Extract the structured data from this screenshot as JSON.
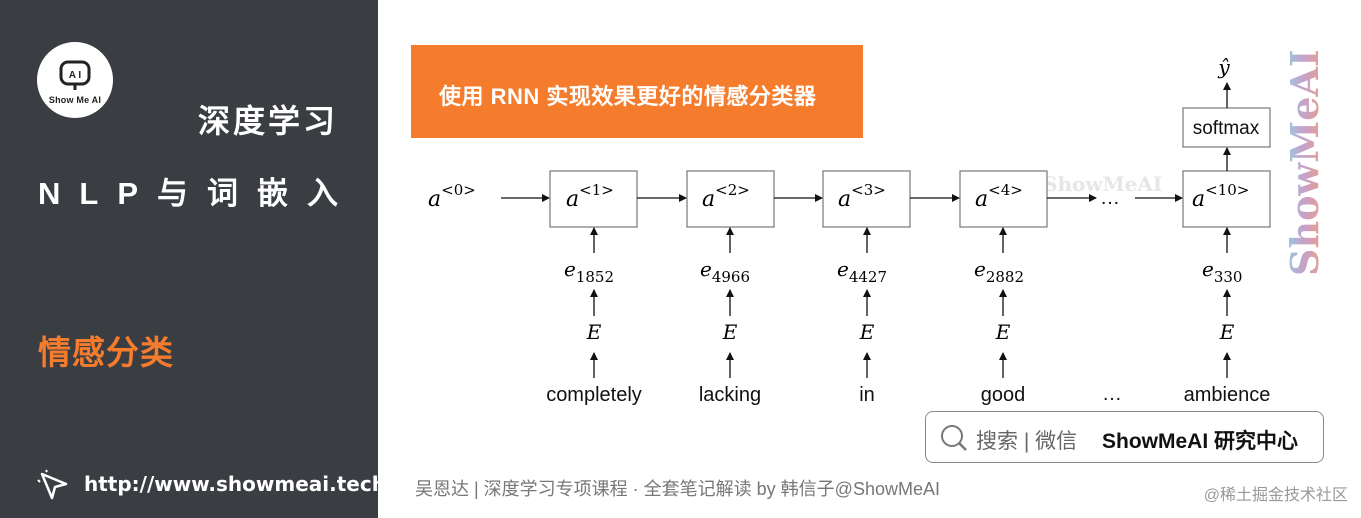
{
  "sidebar": {
    "logo_text": "Show Me AI",
    "course": "深度学习",
    "chapter": "NLP与词嵌入",
    "topic": "情感分类",
    "url": "http://www.showmeai.tech/"
  },
  "title_box": {
    "text": "使用 RNN 实现效果更好的情感分类器"
  },
  "diagram": {
    "initial_activation": {
      "base": "a",
      "sup": "<0>"
    },
    "cells": [
      {
        "base": "a",
        "sup": "<1>",
        "embedding_base": "e",
        "embedding_sub": "1852",
        "E": "E",
        "word": "completely"
      },
      {
        "base": "a",
        "sup": "<2>",
        "embedding_base": "e",
        "embedding_sub": "4966",
        "E": "E",
        "word": "lacking"
      },
      {
        "base": "a",
        "sup": "<3>",
        "embedding_base": "e",
        "embedding_sub": "4427",
        "E": "E",
        "word": "in"
      },
      {
        "base": "a",
        "sup": "<4>",
        "embedding_base": "e",
        "embedding_sub": "2882",
        "E": "E",
        "word": "good"
      },
      {
        "base": "a",
        "sup": "<10>",
        "embedding_base": "e",
        "embedding_sub": "330",
        "E": "E",
        "word": "ambience"
      }
    ],
    "ellipsis": "…",
    "softmax": "softmax",
    "output": "ŷ"
  },
  "watermarks": {
    "vertical": "ShowMeAI",
    "middle": "ShowMeAI"
  },
  "search_pill": {
    "text": "搜索 | 微信",
    "brand": "ShowMeAI 研究中心"
  },
  "footer": "吴恩达 | 深度学习专项课程 · 全套笔记解读  by 韩信子@ShowMeAI",
  "juejin": "@稀土掘金技术社区",
  "colors": {
    "sidebar_bg": "#3a3d42",
    "accent": "#f47c2c"
  }
}
